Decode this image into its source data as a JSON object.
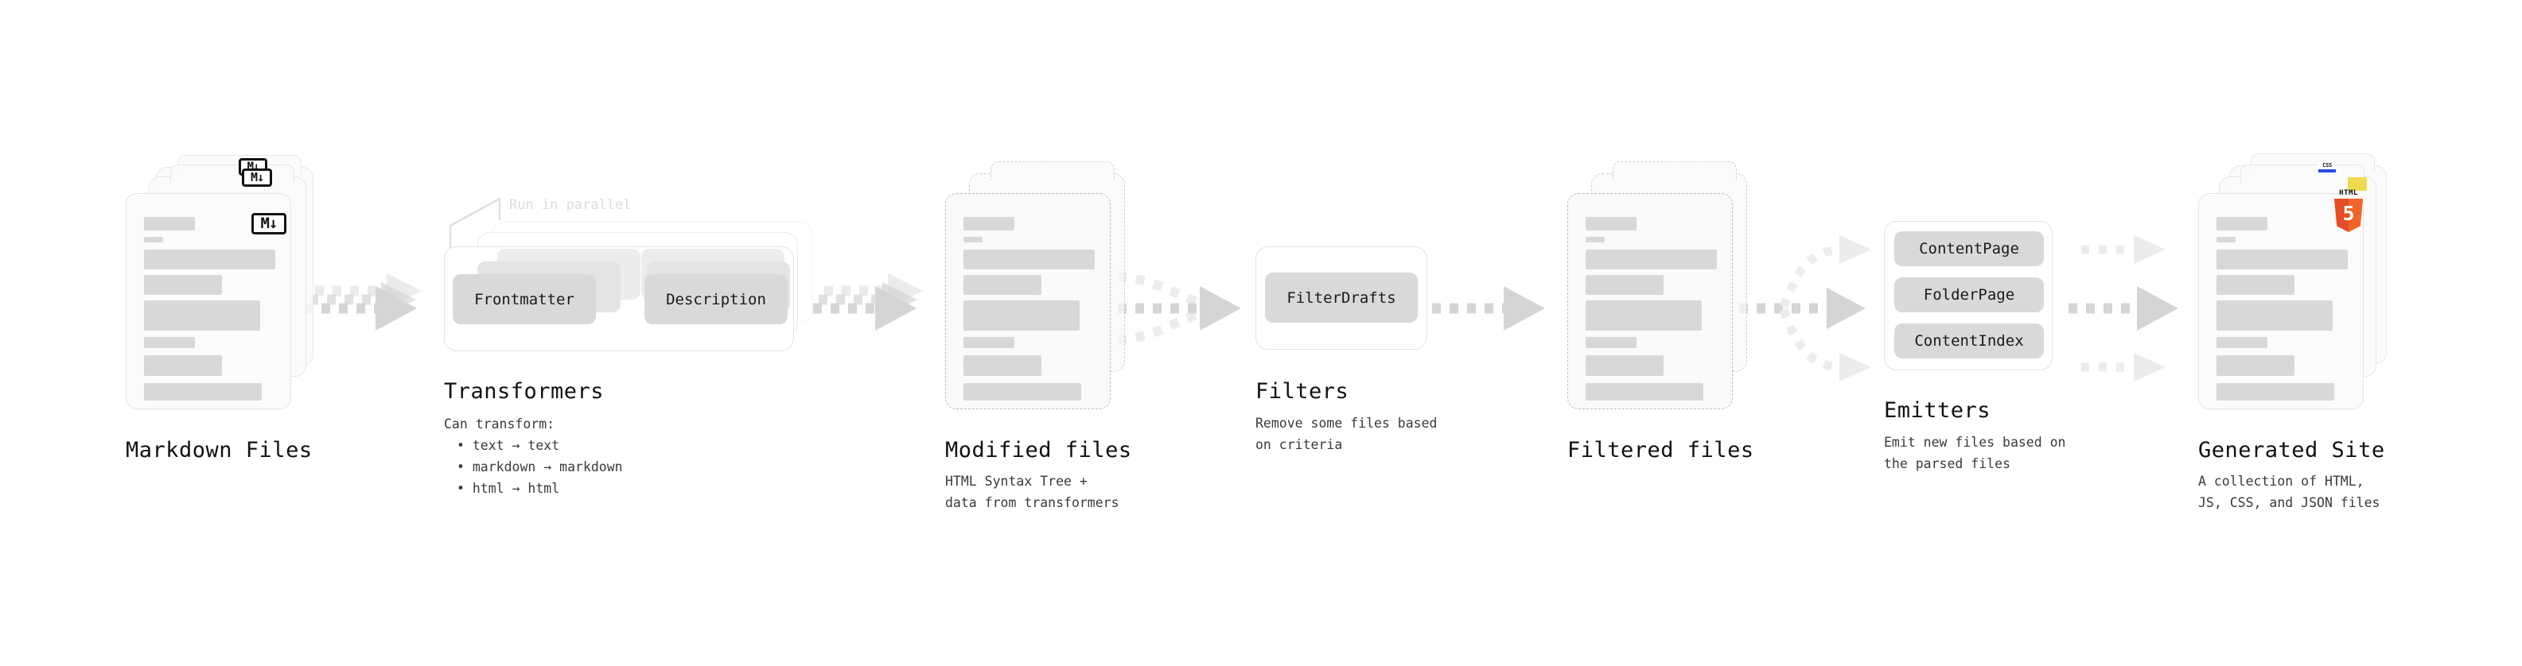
{
  "diagram": {
    "annotation_run_in_parallel": "Run in parallel",
    "stages": [
      {
        "id": "markdown-files",
        "title": "Markdown Files",
        "subtitle": "",
        "icon": "markdown-icon",
        "icon_label": "M↓"
      },
      {
        "id": "transformers",
        "title": "Transformers",
        "subtitle": "Can transform:\n  • text → text\n  • markdown → markdown\n  • html → html",
        "subtitle_lines": [
          "Can transform:",
          "• text → text",
          "• markdown → markdown",
          "• html → html"
        ],
        "pills": [
          "Frontmatter",
          "Description"
        ]
      },
      {
        "id": "modified-files",
        "title": "Modified files",
        "subtitle_lines": [
          "HTML Syntax Tree +",
          "data from transformers"
        ]
      },
      {
        "id": "filters",
        "title": "Filters",
        "subtitle_lines": [
          "Remove some files based",
          "on criteria"
        ],
        "pills": [
          "FilterDrafts"
        ]
      },
      {
        "id": "filtered-files",
        "title": "Filtered files",
        "subtitle_lines": []
      },
      {
        "id": "emitters",
        "title": "Emitters",
        "subtitle_lines": [
          "Emit new files based on",
          "the parsed files"
        ],
        "pills": [
          "ContentPage",
          "FolderPage",
          "ContentIndex"
        ]
      },
      {
        "id": "generated-site",
        "title": "Generated Site",
        "subtitle_lines": [
          "A collection of HTML,",
          "JS, CSS, and JSON files"
        ],
        "icons": [
          "html5-icon",
          "js-icon",
          "css-icon"
        ],
        "html5_caption": "HTML",
        "html5_digit": "5",
        "css_label": "CSS"
      }
    ],
    "colors": {
      "skeleton": "#d8d8d8",
      "card_border": "#e4e4e4",
      "dashed_border": "#bdbdbd",
      "pill": "#d9d9d9",
      "arrow": "#d5d5d5",
      "text": "#111111",
      "annotation": "#dcdcdc",
      "html5_orange": "#e44d26",
      "js_yellow": "#f0db4f",
      "css_blue": "#264de4"
    }
  }
}
